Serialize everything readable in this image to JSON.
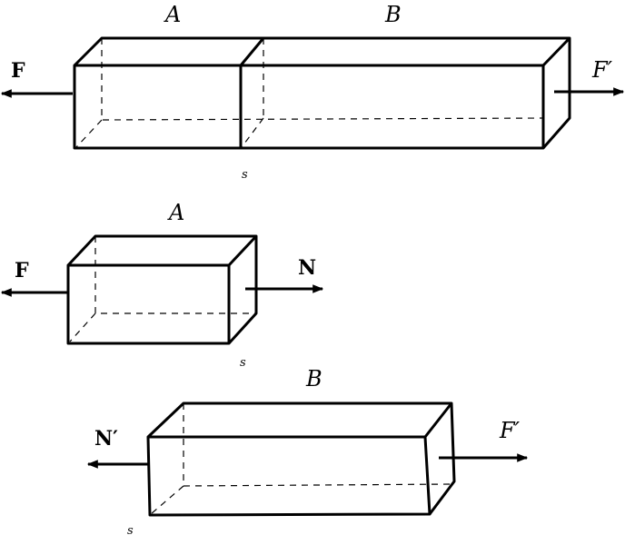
{
  "diagram": {
    "top": {
      "label_a": "A",
      "label_b": "B",
      "force_left": "F",
      "force_right": "F′",
      "section": "s"
    },
    "middle": {
      "label_a": "A",
      "force_left": "F",
      "force_right": "N",
      "section": "s"
    },
    "bottom": {
      "label_b": "B",
      "force_left": "N′",
      "force_right": "F′",
      "section": "s"
    }
  }
}
